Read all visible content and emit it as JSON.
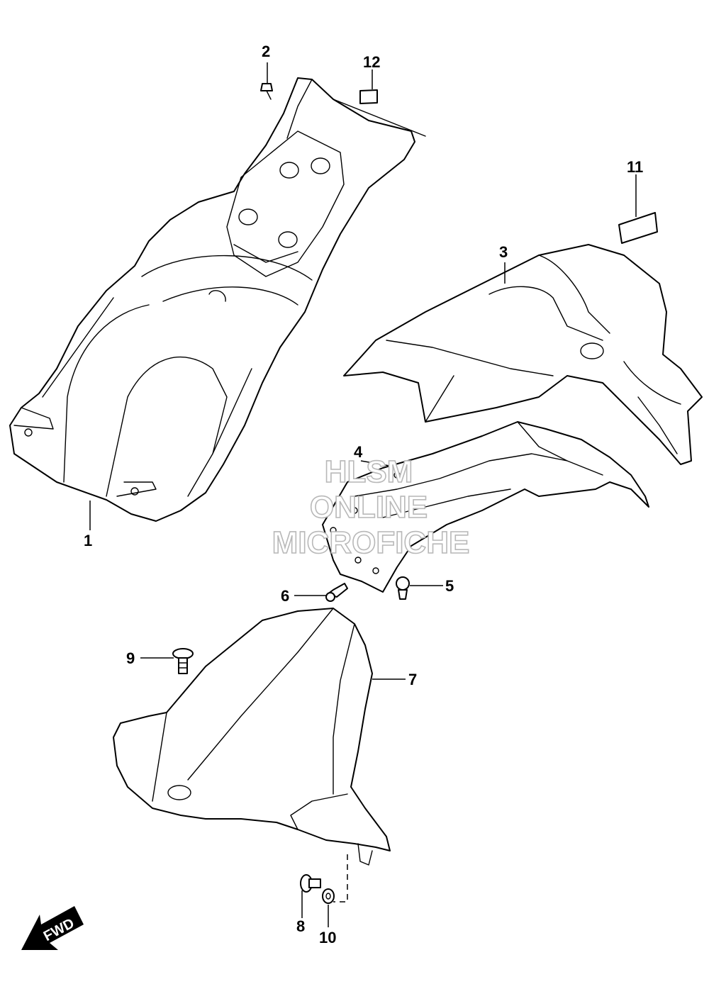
{
  "callouts": [
    {
      "id": "1",
      "label": "1"
    },
    {
      "id": "2",
      "label": "2"
    },
    {
      "id": "3",
      "label": "3"
    },
    {
      "id": "4",
      "label": "4"
    },
    {
      "id": "5",
      "label": "5"
    },
    {
      "id": "6",
      "label": "6"
    },
    {
      "id": "7",
      "label": "7"
    },
    {
      "id": "8",
      "label": "8"
    },
    {
      "id": "9",
      "label": "9"
    },
    {
      "id": "10",
      "label": "10"
    },
    {
      "id": "11",
      "label": "11"
    },
    {
      "id": "12",
      "label": "12"
    }
  ],
  "watermark": {
    "line1": "HLSM",
    "line2": "ONLINE",
    "line3": "MICROFICHE",
    "color": "#b8b8b8"
  },
  "direction_badge": {
    "label": "FWD",
    "icon": "arrow-down-left-icon"
  }
}
